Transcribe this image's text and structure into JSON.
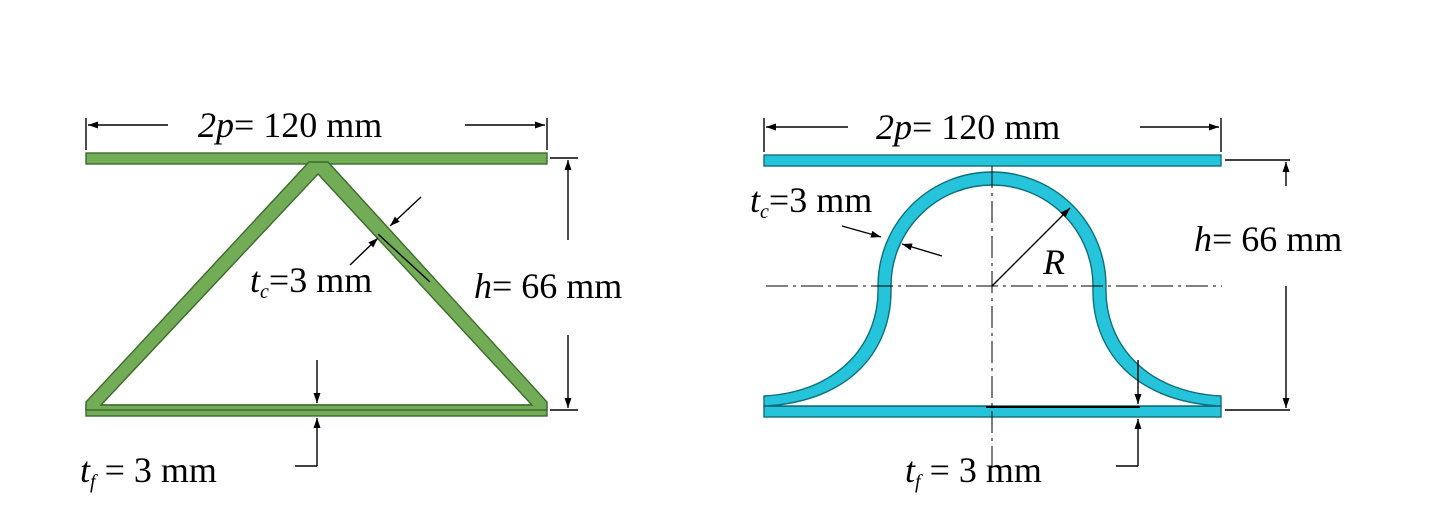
{
  "left": {
    "colors": {
      "fill": "#72ac57",
      "stroke": "#3d6b2c"
    },
    "width_label": {
      "sym": "2p",
      "val": "= 120 mm"
    },
    "height_label": {
      "sym": "h",
      "val": "= 66 mm"
    },
    "core_label": {
      "sym": "t",
      "sub": "c",
      "val": "=3 mm"
    },
    "face_label": {
      "sym": "t",
      "sub": "f",
      "val": " = 3 mm"
    }
  },
  "right": {
    "colors": {
      "fill": "#25c4da",
      "stroke": "#0e6f7d"
    },
    "width_label": {
      "sym": "2p",
      "val": "= 120 mm"
    },
    "height_label": {
      "sym": "h",
      "val": "= 66 mm"
    },
    "core_label": {
      "sym": "t",
      "sub": "c",
      "val": "=3 mm"
    },
    "radius_label": "R",
    "face_label": {
      "sym": "t",
      "sub": "f",
      "val": " = 3 mm"
    }
  }
}
